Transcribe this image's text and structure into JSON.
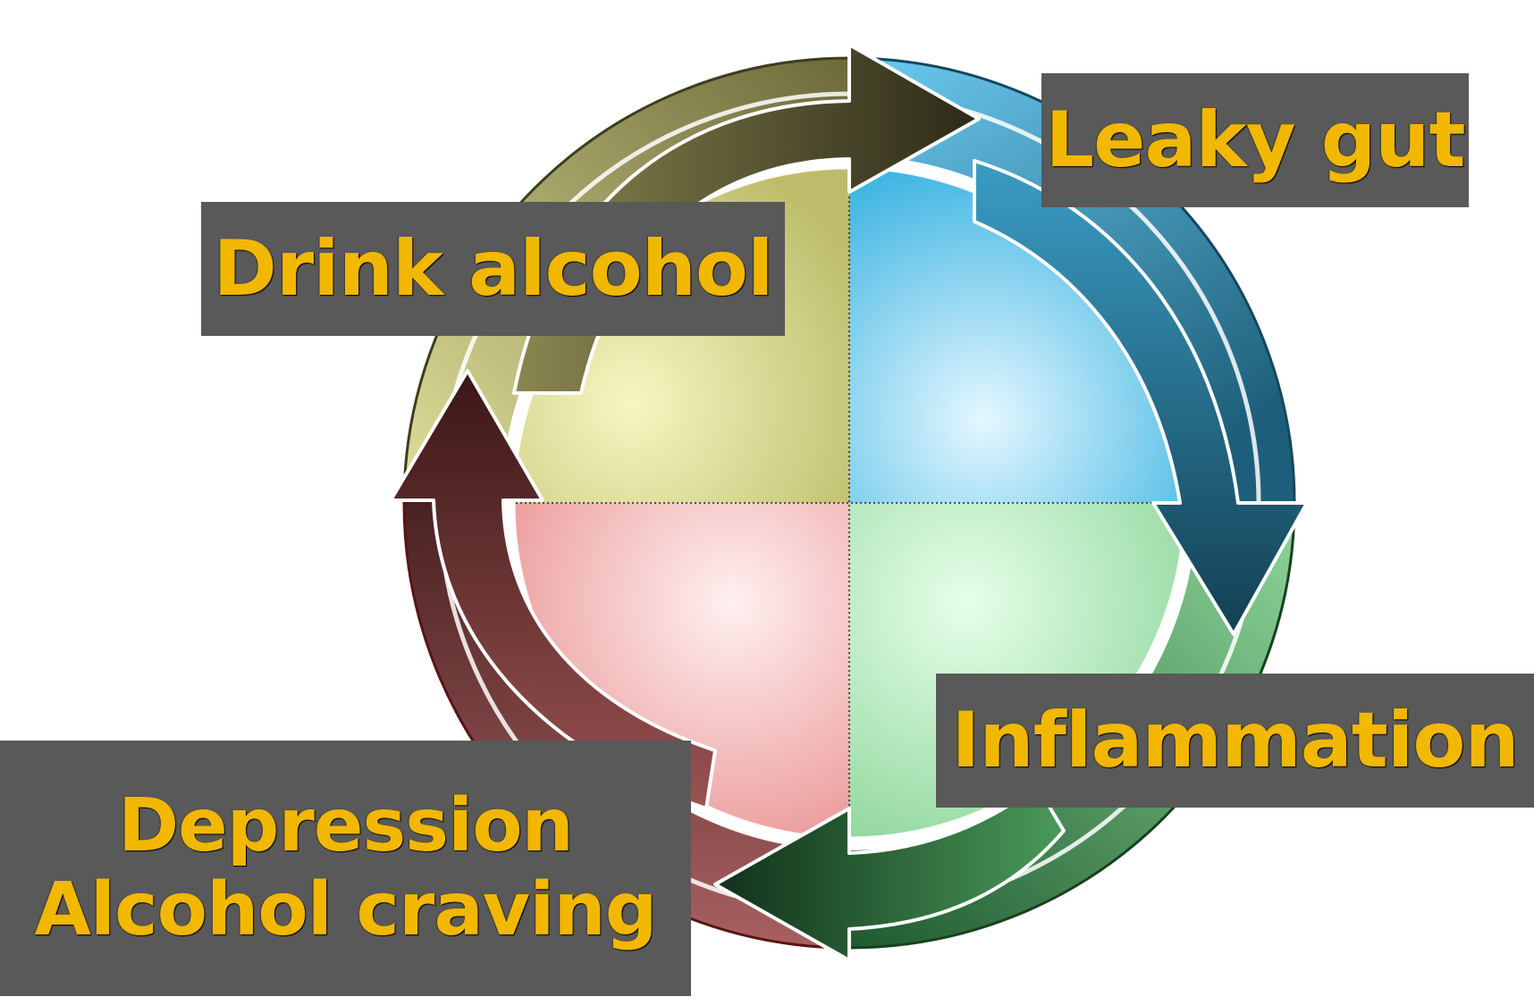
{
  "diagram": {
    "steps": [
      {
        "id": "drink",
        "label": "Drink alcohol",
        "quadrant_color": "#eeeea0"
      },
      {
        "id": "leaky",
        "label": "Leaky gut",
        "quadrant_color": "#7fd0f2"
      },
      {
        "id": "inflam",
        "label": "Inflammation",
        "quadrant_color": "#a9e6b4"
      },
      {
        "id": "dep",
        "lines": [
          "Depression",
          "Alcohol craving"
        ],
        "quadrant_color": "#f4b0b0"
      }
    ],
    "label_box_color": "#595959",
    "label_text_color": "#f2b800"
  }
}
